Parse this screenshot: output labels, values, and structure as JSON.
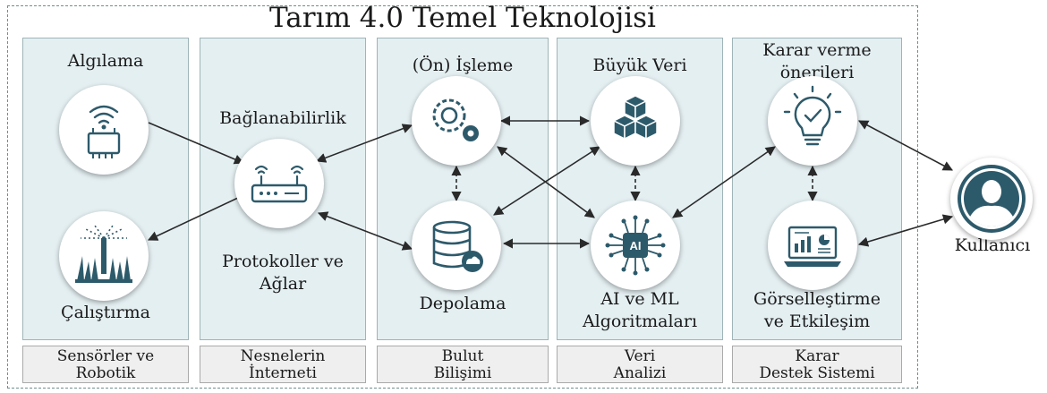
{
  "title": "Tarım 4.0 Temel Teknolojisi",
  "columns": [
    {
      "footer_line1": "Sensörler ve",
      "footer_line2": "Robotik"
    },
    {
      "footer_line1": "Nesnelerin",
      "footer_line2": "İnterneti"
    },
    {
      "footer_line1": "Bulut",
      "footer_line2": "Bilişimi"
    },
    {
      "footer_line1": "Veri",
      "footer_line2": "Analizi"
    },
    {
      "footer_line1": "Karar",
      "footer_line2": "Destek Sistemi"
    }
  ],
  "nodes": {
    "sensing": "Algılama",
    "actuation": "Çalıştırma",
    "connectivity": "Bağlanabilirlik",
    "protocols_line1": "Protokoller ve",
    "protocols_line2": "Ağlar",
    "processing": "(Ön) İşleme",
    "storage": "Depolama",
    "big_data": "Büyük Veri",
    "ai_line1": "AI ve ML",
    "ai_line2": "Algoritmaları",
    "decision_line1": "Karar verme",
    "decision_line2": "önerileri",
    "viz_line1": "Görselleştirme",
    "viz_line2": "ve Etkileşim",
    "user": "Kullanıcı"
  },
  "icons": {
    "sensing": "wifi-chip-icon",
    "actuation": "sprinkler-grass-icon",
    "connectivity": "router-icon",
    "processing": "gears-icon",
    "storage": "database-cloud-icon",
    "big_data": "cubes-icon",
    "ai": "ai-chip-icon",
    "decision": "lightbulb-check-icon",
    "viz": "laptop-dashboard-icon",
    "user": "user-avatar-icon"
  },
  "colors": {
    "icon": "#2d5a6b",
    "column_bg": "#e4eff2",
    "footer_bg": "#efefef",
    "arrow": "#2a2a2a"
  }
}
